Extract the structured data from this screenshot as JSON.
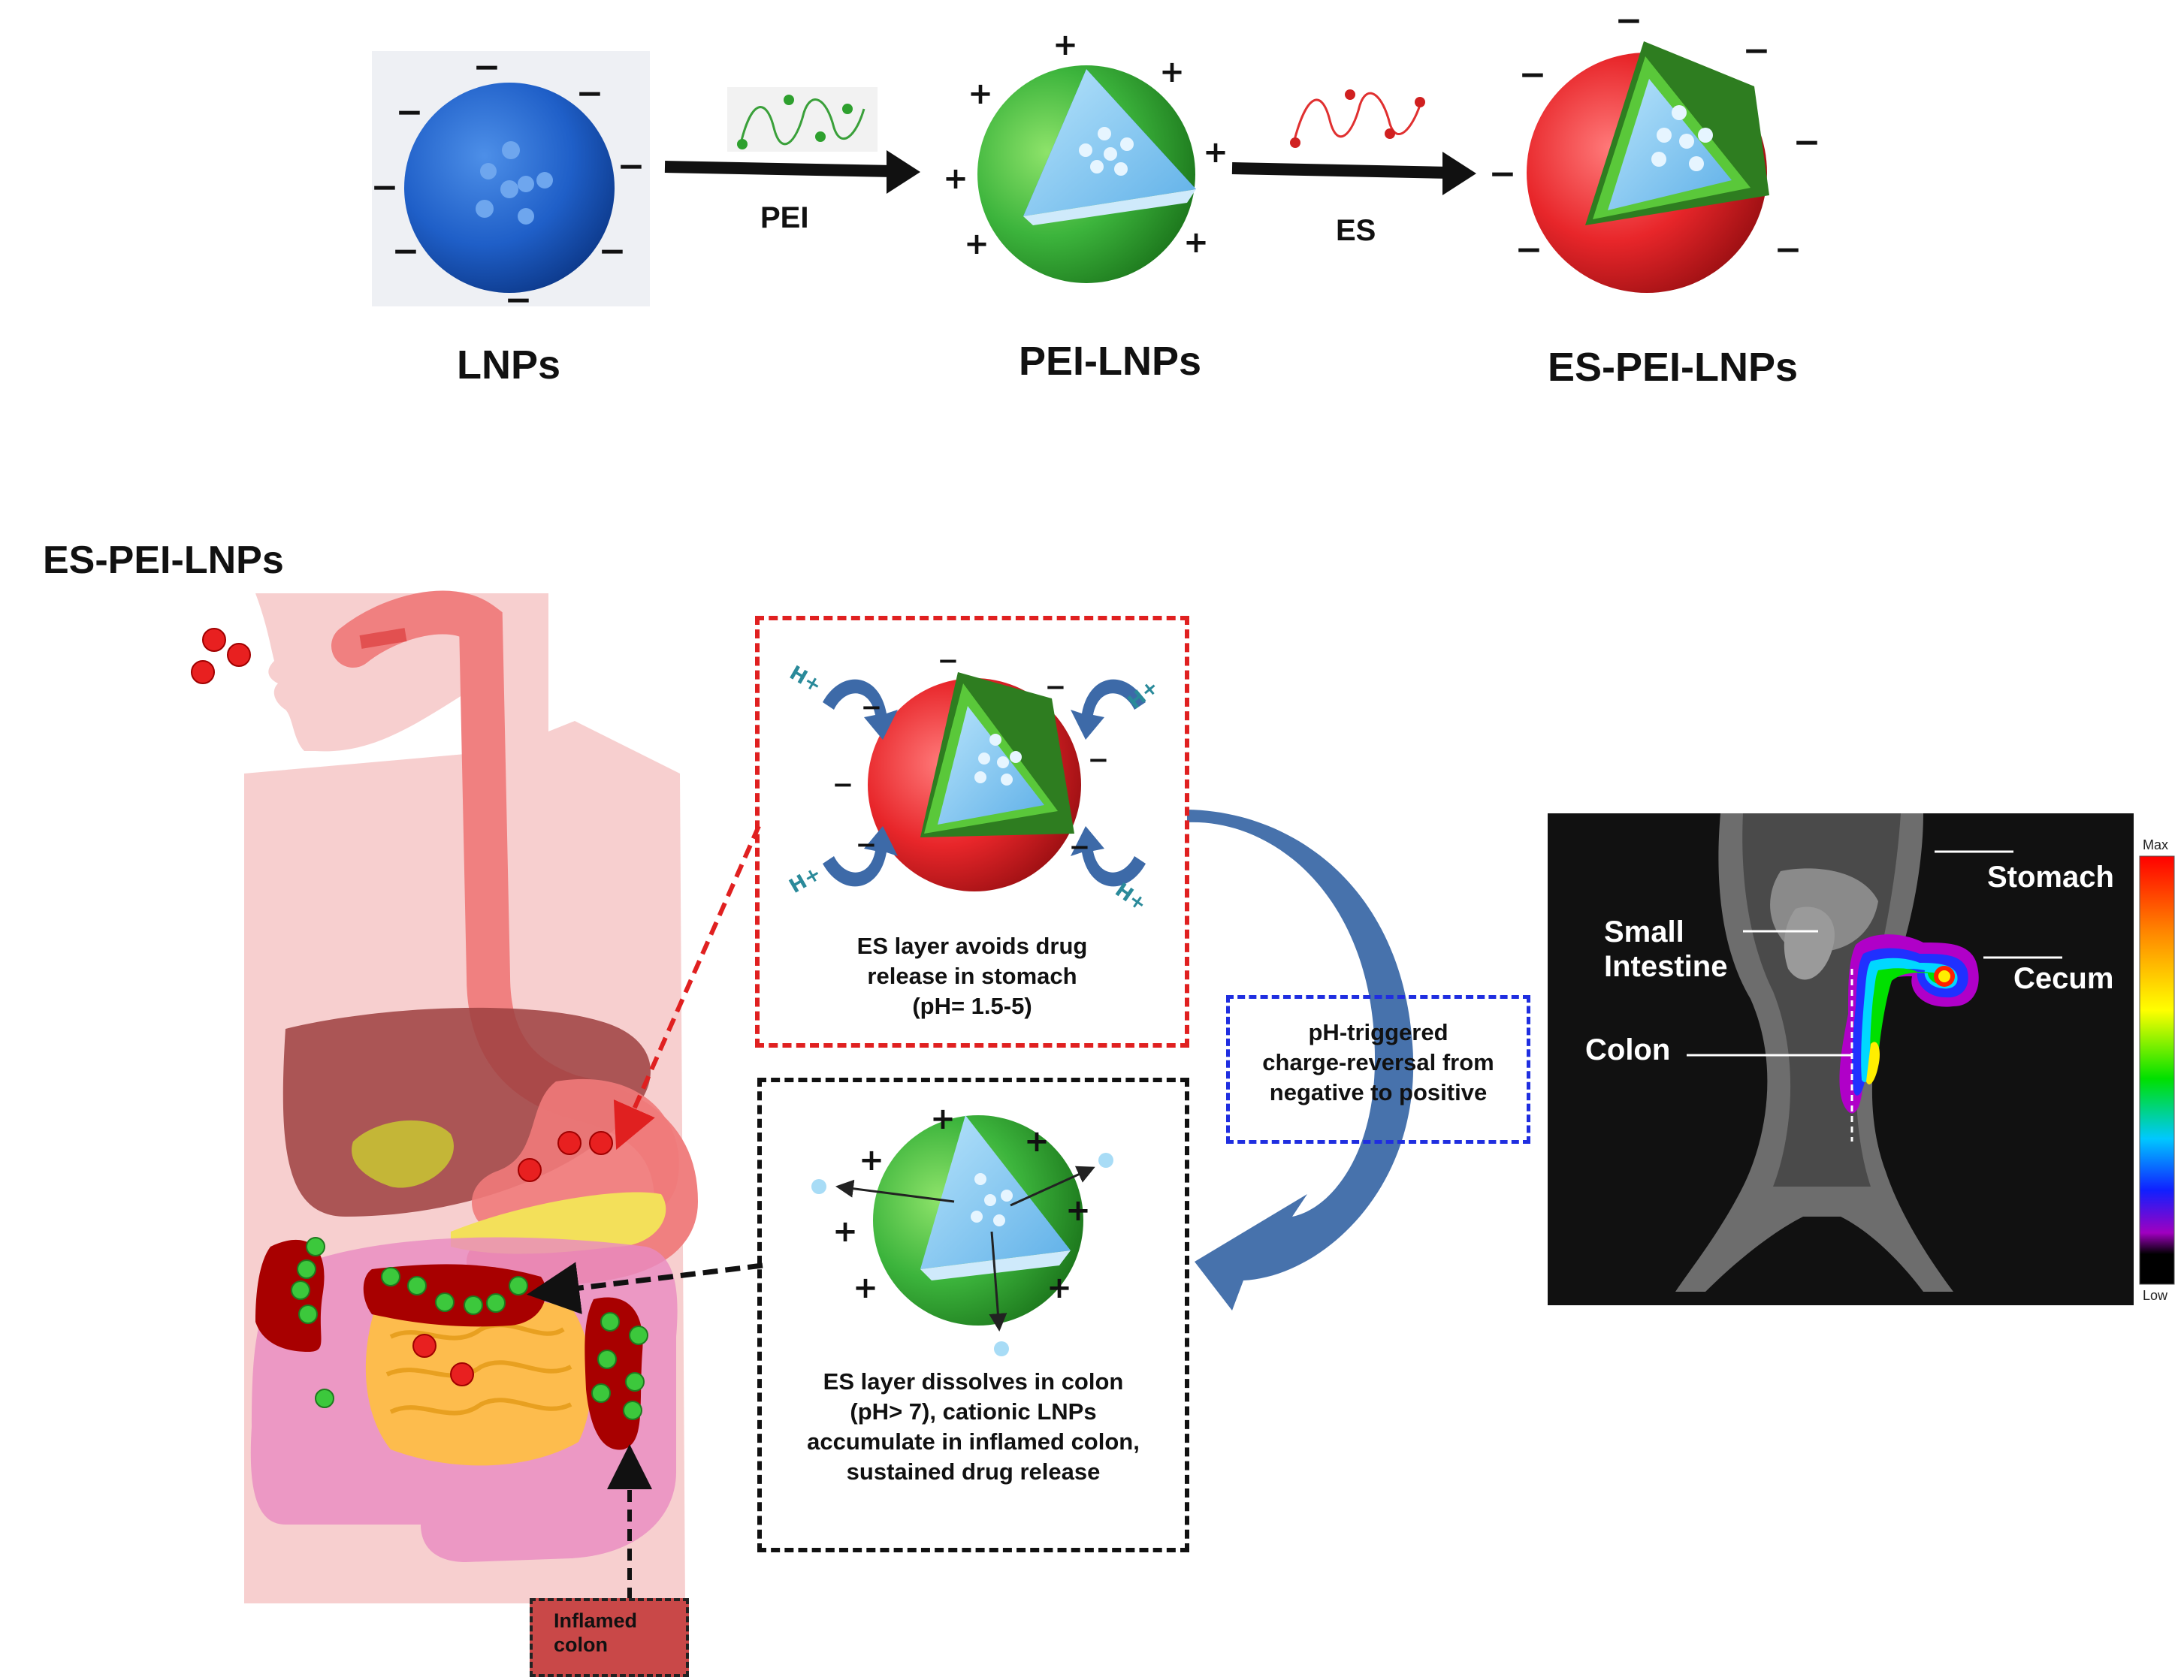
{
  "particles": {
    "lnp": {
      "label": "LNPs",
      "charges": [
        "−",
        "−",
        "−",
        "−",
        "−",
        "−",
        "−",
        "−"
      ]
    },
    "pei_lnp": {
      "label": "PEI-LNPs",
      "charges": [
        "+",
        "+",
        "+",
        "+",
        "+",
        "+",
        "+",
        "+"
      ]
    },
    "es_pei_lnp": {
      "label": "ES-PEI-LNPs",
      "charges": [
        "−",
        "−",
        "−",
        "−",
        "−",
        "−",
        "−",
        "−"
      ]
    }
  },
  "arrows": {
    "pei_label": "PEI",
    "es_label": "ES"
  },
  "section": {
    "title": "ES-PEI-LNPs"
  },
  "stomach_box": {
    "text_lines": [
      "ES layer avoids drug",
      "release in stomach",
      "(pH= 1.5-5)"
    ],
    "charges": [
      "−",
      "−",
      "−",
      "−",
      "−",
      "−",
      "−"
    ],
    "proton": "H+"
  },
  "reversal_box": {
    "text_lines": [
      "pH-triggered",
      "charge-reversal from",
      "negative to positive"
    ]
  },
  "colon_box": {
    "text_lines": [
      "ES layer dissolves in colon",
      "(pH> 7), cationic LNPs",
      "accumulate in inflamed colon,",
      "sustained drug release"
    ],
    "charges": [
      "+",
      "+",
      "+",
      "+",
      "+",
      "+",
      "+"
    ]
  },
  "inflamed_label": {
    "lines": [
      "Inflamed",
      "colon"
    ]
  },
  "imaging": {
    "labels": {
      "stomach": "Stomach",
      "small_intestine_1": "Small",
      "small_intestine_2": "Intestine",
      "cecum": "Cecum",
      "colon": "Colon"
    },
    "scale_max": "Max",
    "scale_low": "Low"
  },
  "colors": {
    "lnp_blue": "#1f5fc8",
    "pei_green": "#3cb43c",
    "es_red": "#e8262a",
    "dark_green": "#2e7d20",
    "inner_blue": "#7cc4f0",
    "stomach_box_border": "#e02020",
    "reversal_box_border": "#1f2ee0",
    "colon_box_border": "#111111",
    "curved_arrow": "#3d6aa8",
    "body_pink": "#f7cfcf",
    "inflamed": "#c94848"
  }
}
